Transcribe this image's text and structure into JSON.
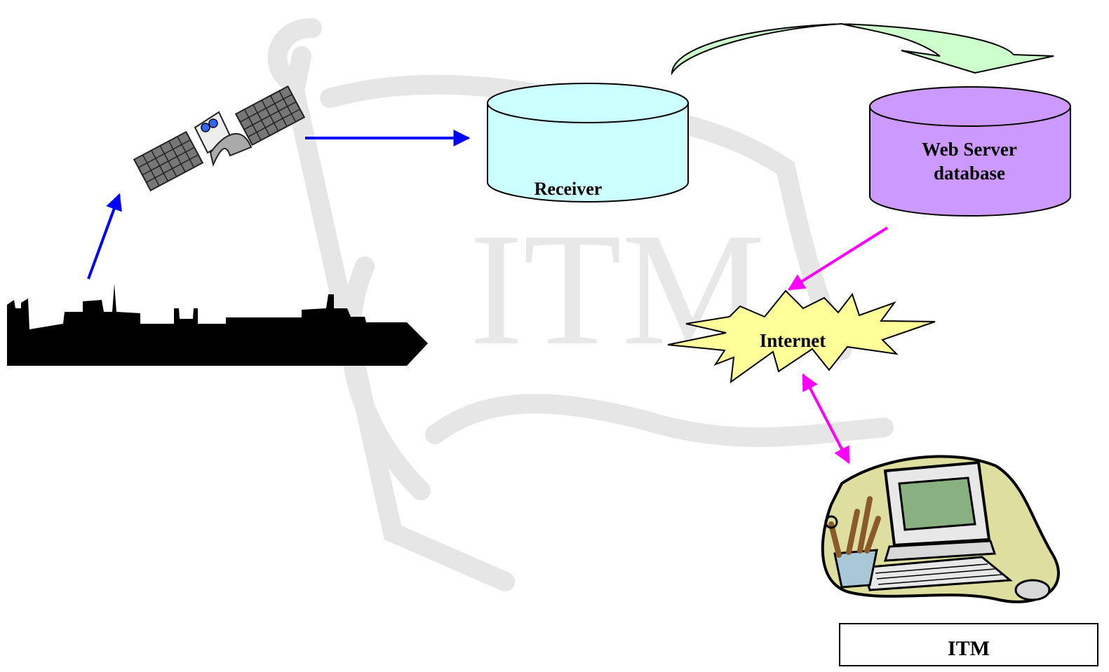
{
  "watermark": {
    "text": "ITM"
  },
  "nodes": {
    "receiver": {
      "label": "Receiver",
      "color": "#ccffff"
    },
    "web_server": {
      "line1": "Web Server",
      "line2": "database",
      "color": "#cc99ff"
    },
    "internet": {
      "label": "Internet",
      "color": "#ffff99"
    },
    "itm": {
      "label": "ITM"
    }
  },
  "colors": {
    "arrow_blue": "#0000ff",
    "arrow_magenta": "#ff00ff",
    "transfer_arrow": "#ccffcc",
    "ship": "#000000",
    "watermark": "#e8e8e8"
  },
  "icons": [
    "ship-icon",
    "satellite-icon",
    "computer-clipart-icon"
  ]
}
